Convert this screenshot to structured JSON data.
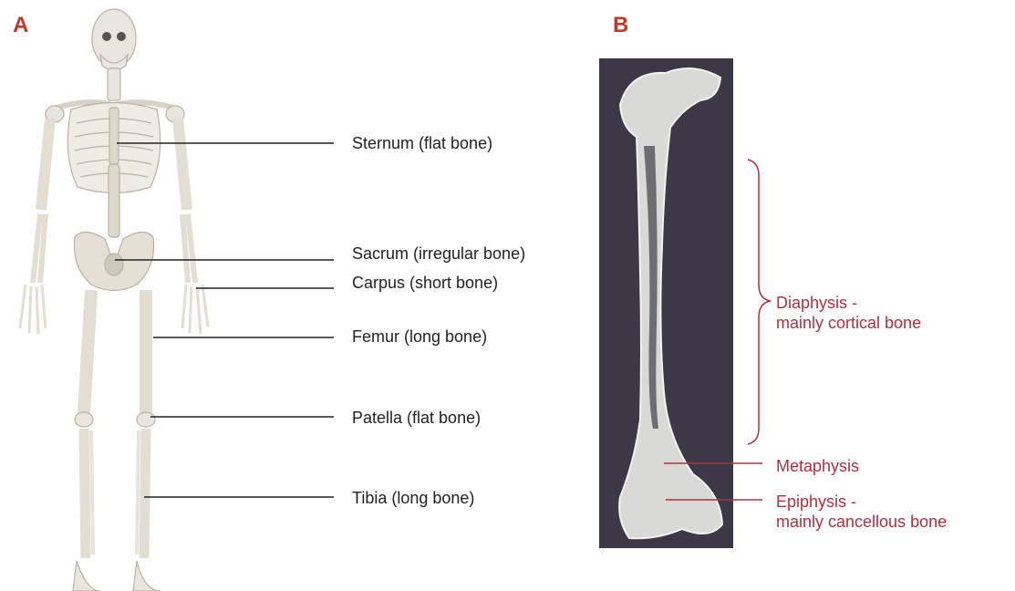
{
  "panels": {
    "a": {
      "letter": "A"
    },
    "b": {
      "letter": "B"
    }
  },
  "skeleton_labels": [
    "Sternum (flat bone)",
    "Sacrum (irregular bone)",
    "Carpus (short bone)",
    "Femur (long bone)",
    "Patella (flat bone)",
    "Tibia (long bone)"
  ],
  "femur_labels": {
    "diaphysis_line1": "Diaphysis -",
    "diaphysis_line2": "mainly cortical bone",
    "metaphysis": "Metaphysis",
    "epiphysis_line1": "Epiphysis -",
    "epiphysis_line2": "mainly cancellous bone"
  },
  "colors": {
    "panel_letter": "#c0392b",
    "femur_annotation": "#b03040",
    "skeleton_leader": "#222222",
    "xray_background": "#3d3846"
  }
}
